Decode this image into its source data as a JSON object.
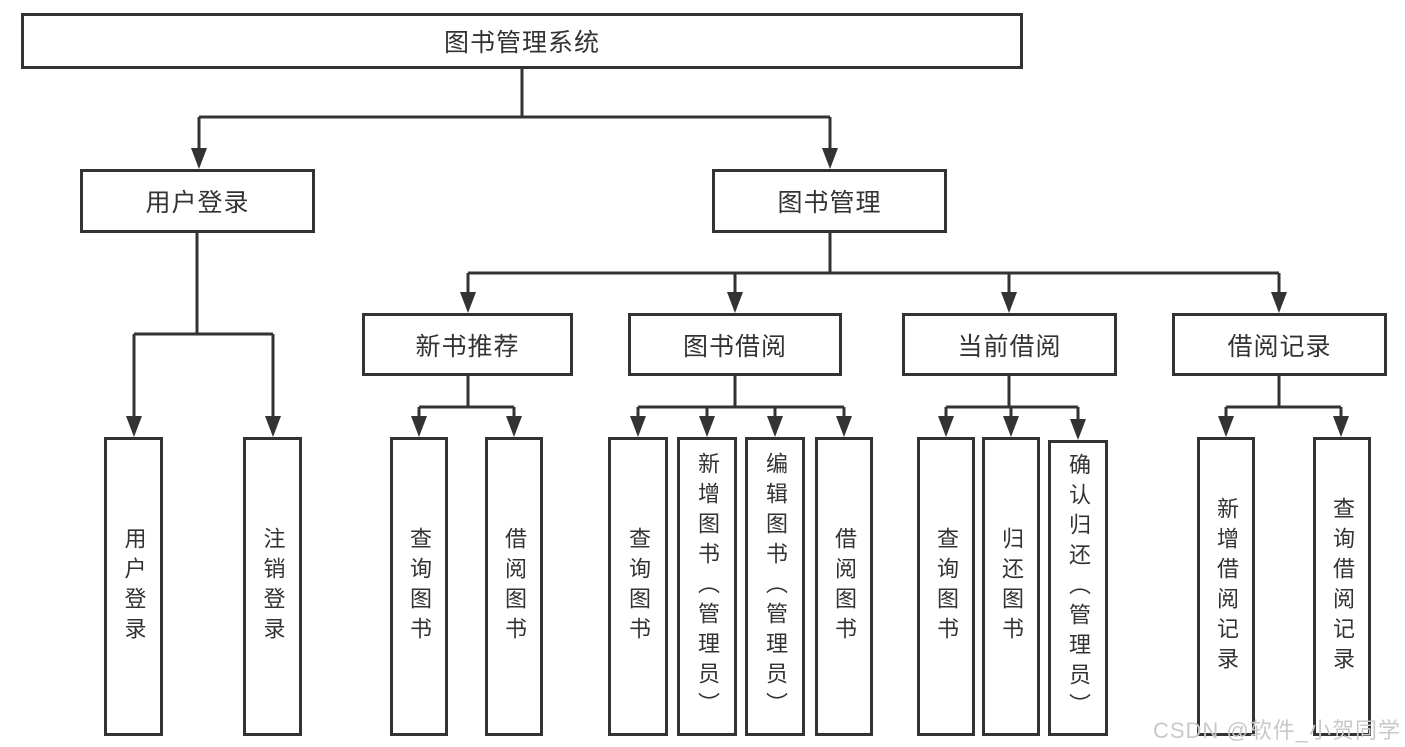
{
  "tree": {
    "root": "图书管理系统",
    "branches": [
      {
        "label": "用户登录",
        "children": [
          "用户登录",
          "注销登录"
        ]
      },
      {
        "label": "图书管理",
        "sections": [
          {
            "label": "新书推荐",
            "children": [
              "查询图书",
              "借阅图书"
            ]
          },
          {
            "label": "图书借阅",
            "children": [
              "查询图书",
              "新增图书（管理员）",
              "编辑图书（管理员）",
              "借阅图书"
            ]
          },
          {
            "label": "当前借阅",
            "children": [
              "查询图书",
              "归还图书",
              "确认归还（管理员）"
            ]
          },
          {
            "label": "借阅记录",
            "children": [
              "新增借阅记录",
              "查询借阅记录"
            ]
          }
        ]
      }
    ]
  },
  "watermark": "CSDN @软件_小贺同学",
  "colors": {
    "line": "#333333",
    "text": "#333333",
    "watermark": "#c9c9c9",
    "background": "#ffffff"
  }
}
